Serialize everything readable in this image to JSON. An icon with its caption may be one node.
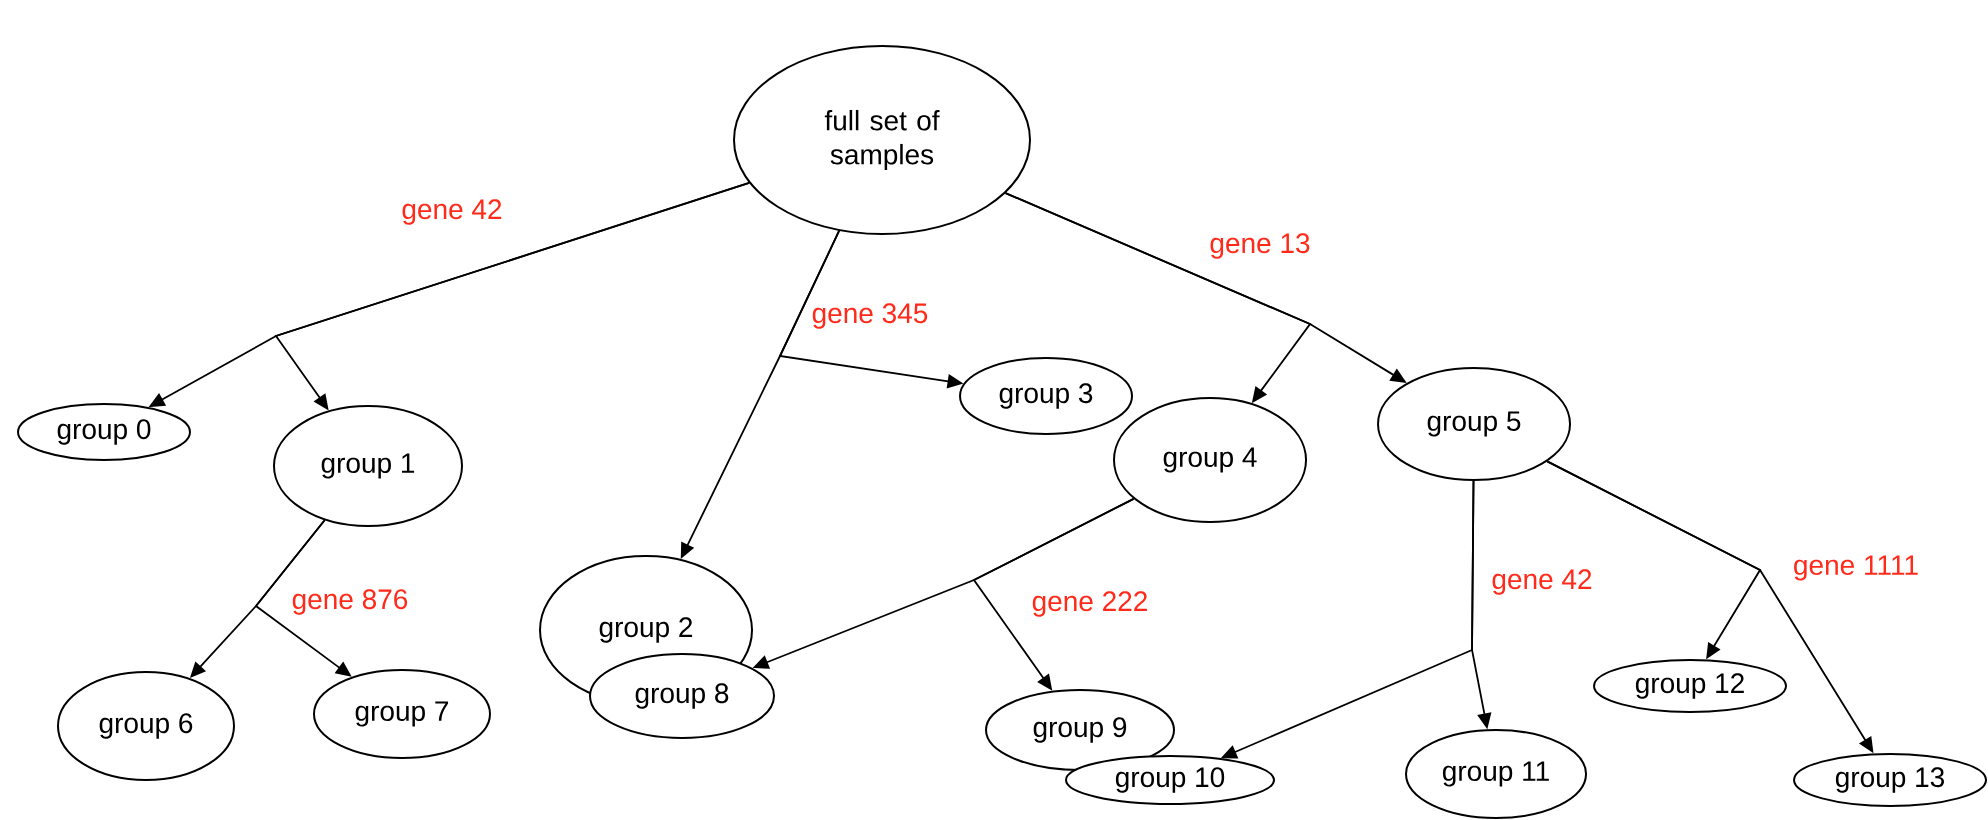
{
  "diagram": {
    "nodes": [
      {
        "text": [
          "full set of samples"
        ]
      },
      {
        "text": [
          "group 0"
        ]
      },
      {
        "text": [
          "group 1"
        ]
      },
      {
        "text": [
          "group 2"
        ]
      },
      {
        "text": [
          "group 3"
        ]
      },
      {
        "text": [
          "group 4"
        ]
      },
      {
        "text": [
          "group 5"
        ]
      },
      {
        "text": [
          "group 6"
        ]
      },
      {
        "text": [
          "group 7"
        ]
      },
      {
        "text": [
          "group 8"
        ]
      },
      {
        "text": [
          "group 9"
        ]
      },
      {
        "text": [
          "group 10"
        ]
      },
      {
        "text": [
          "group 11"
        ]
      },
      {
        "text": [
          "group 12"
        ]
      },
      {
        "text": [
          "group 13"
        ]
      }
    ],
    "edges": [
      {
        "from": 0,
        "to": 1,
        "arrow": "to",
        "label": "gene 42"
      },
      {
        "from": 0,
        "to": 2,
        "arrow": "to"
      },
      {
        "from": 0,
        "to": 3,
        "arrow": "to",
        "label": "gene 345"
      },
      {
        "from": 0,
        "to": 4,
        "arrow": "to"
      },
      {
        "from": 0,
        "to": 5,
        "arrow": "to",
        "label": "gene 13"
      },
      {
        "from": 0,
        "to": 6,
        "arrow": "to"
      },
      {
        "from": 2,
        "to": 7,
        "arrow": "to",
        "label": "gene 876"
      },
      {
        "from": 2,
        "to": 8,
        "arrow": "to"
      },
      {
        "from": 5,
        "to": 9,
        "arrow": "to",
        "label": "gene 222"
      },
      {
        "from": 5,
        "to": 10,
        "arrow": "to"
      },
      {
        "from": 6,
        "to": 11,
        "arrow": "to",
        "label": "gene 42"
      },
      {
        "from": 6,
        "to": 12,
        "arrow": "to"
      },
      {
        "from": 6,
        "to": 13,
        "arrow": "to",
        "label": "gene 1111"
      },
      {
        "from": 6,
        "to": 14,
        "arrow": "to"
      }
    ]
  }
}
